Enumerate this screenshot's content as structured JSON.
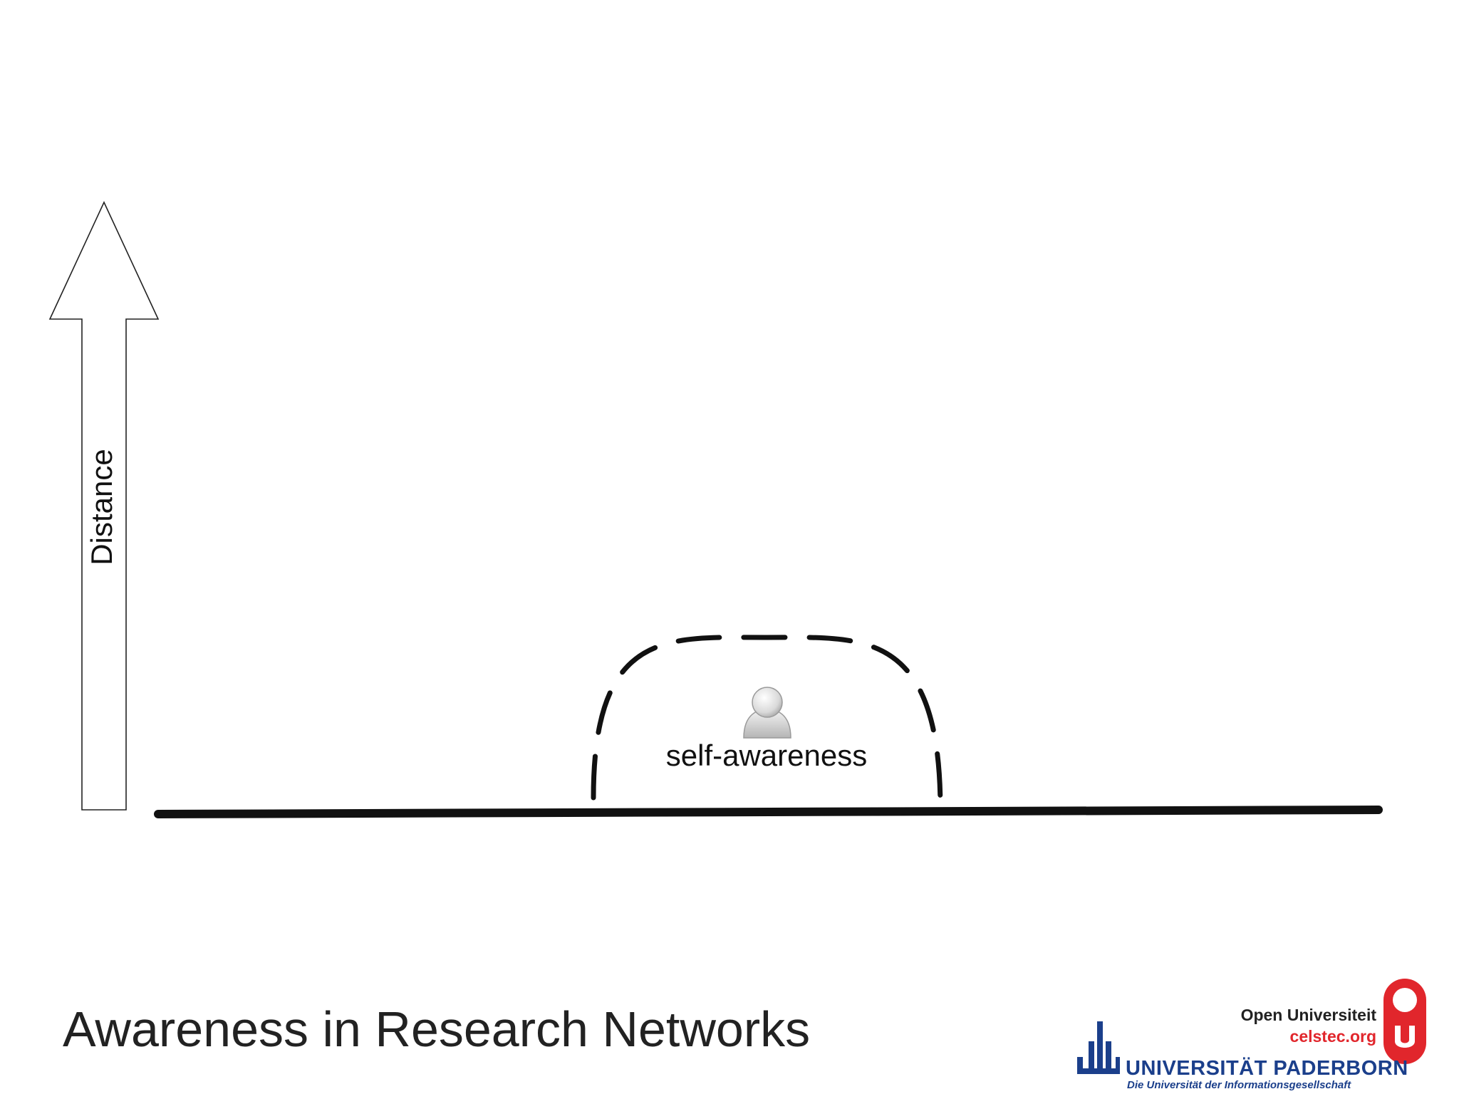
{
  "slide": {
    "title": "Awareness in Research Networks"
  },
  "diagram": {
    "axis_label": "Distance",
    "zone_label": "self-awareness",
    "person_icon": "person-icon"
  },
  "logos": {
    "open_universiteit": {
      "name": "Open Universiteit",
      "site": "celstec.org",
      "color": "#e1262c"
    },
    "paderborn": {
      "name": "UNIVERSITÄT PADERBORN",
      "tagline": "Die Universität der Informationsgesellschaft",
      "color": "#1b3f8b"
    }
  }
}
